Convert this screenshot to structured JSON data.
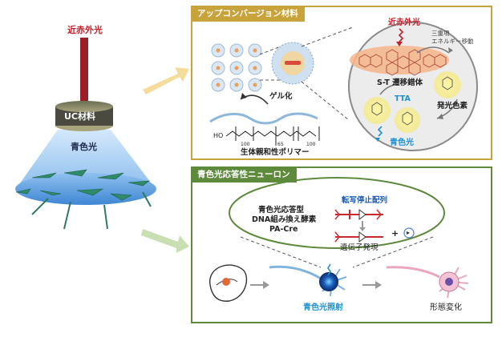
{
  "left": {
    "nir_label": "近赤外光",
    "uc_label": "UC材料",
    "blue_label": "青色光",
    "nir_color": "#c0202a",
    "blue_color": "#1e90d0"
  },
  "top_panel": {
    "title": "アップコンバージョン材料",
    "border_color": "#c8a23a",
    "gel_label": "ゲル化",
    "polymer_label": "生体親和性ポリマー",
    "formula": {
      "ho": "HO",
      "n1": "100",
      "n2": "65",
      "n3": "100"
    },
    "circle": {
      "nir": "近赤外光",
      "triplet": "三重項",
      "energy_transfer": "エネルギー移動",
      "st_complex": "S-T 遷移錯体",
      "tta": "TTA",
      "emitter": "発光色素",
      "blue": "青色光"
    }
  },
  "bottom_panel": {
    "title": "青色光応答性ニューロン",
    "border_color": "#5e8a3c",
    "enzyme_lines": [
      "青色光応答型",
      "DNA組み換え酵素",
      "PA-Cre"
    ],
    "stop_label": "転写停止配列",
    "plus": "+",
    "gene_label": "遺伝子発現",
    "irradiation_label": "青色光照射",
    "morph_label": "形態変化"
  }
}
